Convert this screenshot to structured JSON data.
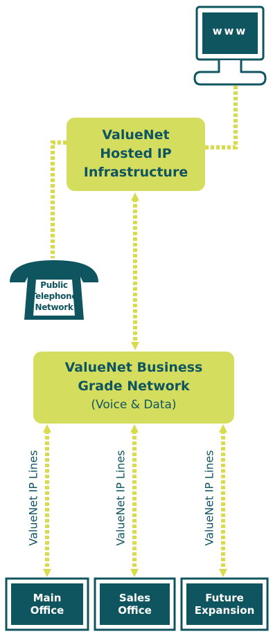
{
  "colors": {
    "teal": "#0f5560",
    "lime": "#d5dd5e",
    "connector": "#d8dc4c"
  },
  "monitor": {
    "icon": "monitor-icon",
    "screen_text": "www"
  },
  "hosted": {
    "line1": "ValueNet",
    "line2": "Hosted IP",
    "line3": "Infrastructure"
  },
  "telephone": {
    "icon": "telephone-icon",
    "line1": "Public",
    "line2": "Telephone",
    "line3": "Network"
  },
  "business": {
    "line1": "ValueNet Business",
    "line2": "Grade Network",
    "line3": "(Voice & Data)"
  },
  "links": {
    "label": "ValueNet IP Lines"
  },
  "offices": [
    {
      "line1": "Main",
      "line2": "Office"
    },
    {
      "line1": "Sales",
      "line2": "Office"
    },
    {
      "line1": "Future",
      "line2": "Expansion"
    }
  ]
}
